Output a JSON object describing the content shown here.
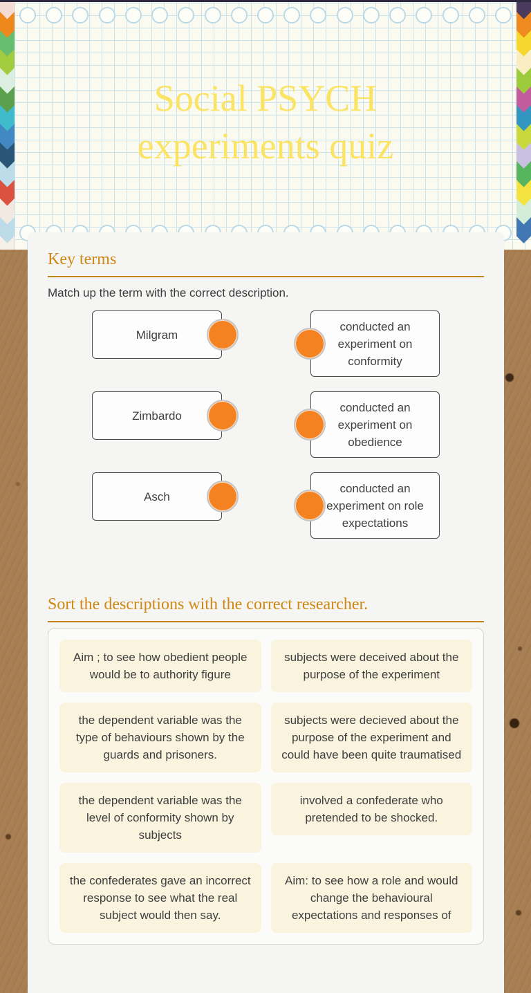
{
  "header": {
    "title_line1": "Social PSYCH",
    "title_line2": "experiments quiz",
    "left_stripe_colors": [
      "#F4DCD4",
      "#EE871C",
      "#66BE6E",
      "#A3CC3F",
      "#DCEEDF",
      "#5C9F4D",
      "#3FBCCB",
      "#4289C4",
      "#2A5576",
      "#BDDCEA",
      "#DC5241",
      "#F2E9E2",
      "#BDDCEA",
      "#F6EFE8"
    ],
    "right_stripe_colors": [
      "#4A3A5C",
      "#EE8A1F",
      "#F6D730",
      "#F8EDC3",
      "#9CCB3B",
      "#C25C9D",
      "#3396C1",
      "#C9D93D",
      "#C9BFE0",
      "#57B55F",
      "#F4E23E",
      "#D3EDD9",
      "#4178B4"
    ]
  },
  "key_terms": {
    "heading": "Key terms",
    "instruction": "Match up the term with the correct description.",
    "pairs": [
      {
        "term": "Milgram",
        "description": "conducted an experiment on conformity"
      },
      {
        "term": "Zimbardo",
        "description": "conducted an experiment on obedience"
      },
      {
        "term": "Asch",
        "description": "conducted an experiment on role expectations"
      }
    ]
  },
  "sort": {
    "heading": "Sort the descriptions with the correct researcher.",
    "cards": [
      "Aim ; to see how obedient people would be to authority figure",
      "subjects were deceived about the purpose of the experiment",
      "the dependent variable was the type of behaviours shown by the guards and prisoners.",
      "subjects were decieved about the purpose of the experiment and could have been quite traumatised",
      "the dependent variable was the level of conformity shown by subjects",
      "involved a confederate who pretended to be shocked.",
      "the confederates gave an incorrect response to see what the real subject would then say.",
      "Aim: to see how a role and would change the behavioural expectations and responses of"
    ]
  },
  "colors": {
    "title_yellow": "#FBE463",
    "heading_orange": "#CE8712",
    "rule_orange": "#C8821A",
    "connector_orange": "#F58220",
    "card_cream": "#FAF3DE",
    "kraft_brown": "#A87E53",
    "paper_grid_blue": "#CBE3ED"
  }
}
